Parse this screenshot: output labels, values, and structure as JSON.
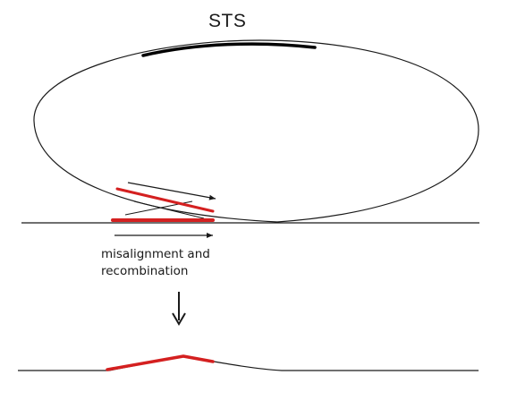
{
  "diagram": {
    "title": "STS",
    "caption_line1": "misalignment and",
    "caption_line2": "recombination",
    "colors": {
      "line": "#1a1a1a",
      "highlight": "#d42020",
      "background": "#ffffff"
    }
  }
}
